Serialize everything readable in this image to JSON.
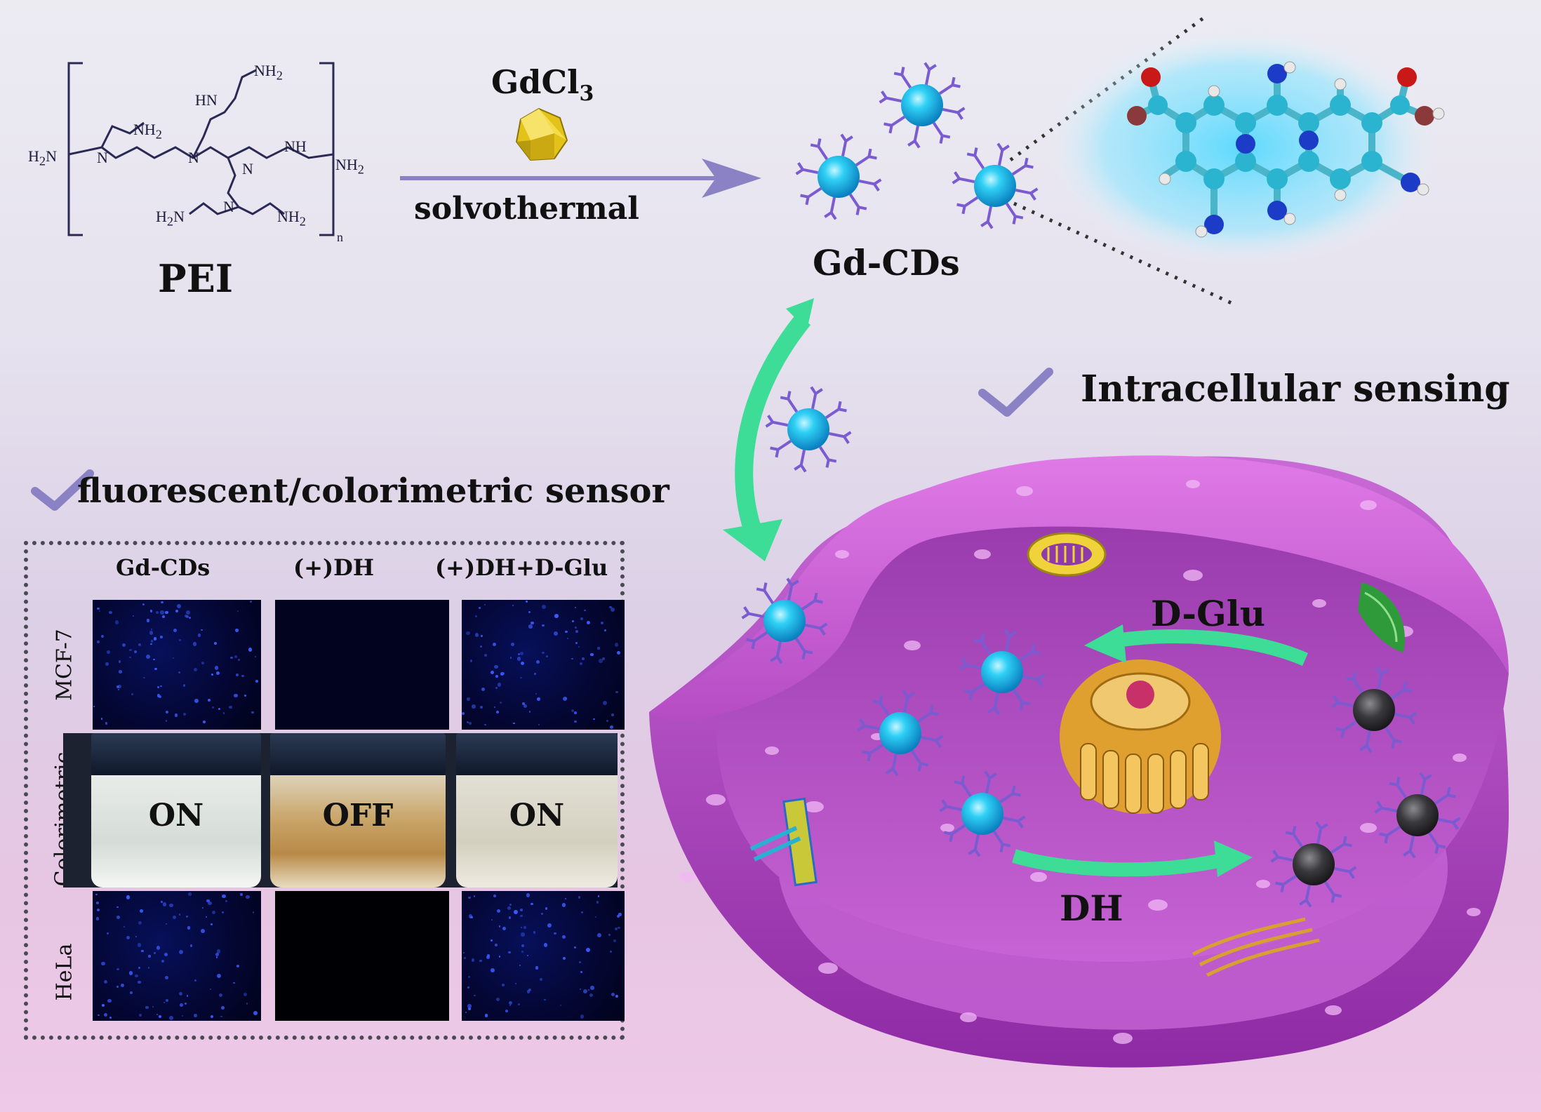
{
  "reaction": {
    "polymer_label": "PEI",
    "reagent": "GdCl",
    "reagent_sub": "3",
    "condition": "solvothermal",
    "product": "Gd-CDs",
    "n": "n",
    "atoms": {
      "nh2": "NH",
      "two": "2",
      "h2n": "H",
      "n_atom": "N",
      "h": "H"
    }
  },
  "sensing": {
    "intracellular": "Intracellular sensing",
    "fl_col": "fluorescent/colorimetric sensor",
    "dglu": "D-Glu",
    "dh": "DH"
  },
  "panel": {
    "columns": [
      "Gd-CDs",
      "(+)DH",
      "(+)DH+D-Glu"
    ],
    "rows": [
      "MCF-7",
      "Colorimetric",
      "HeLa"
    ],
    "vials": [
      "ON",
      "OFF",
      "ON"
    ]
  },
  "colors": {
    "cd_blue": "#1ec8f0",
    "ligand_purple": "#7a5bd0",
    "arrow_green": "#3ddc97",
    "cell_magenta": "#c04ec8",
    "quenched_gray": "#3a3a3e"
  }
}
